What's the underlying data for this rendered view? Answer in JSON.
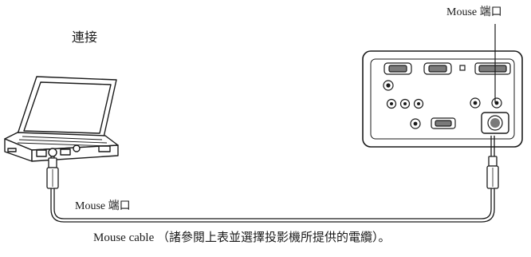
{
  "labels": {
    "projector_port": "Mouse 端口",
    "connect": "連接",
    "laptop_port": "Mouse 端口",
    "caption": "Mouse cable （諸參閱上表並選擇投影機所提供的電纜）。"
  },
  "colors": {
    "line": "#1a1a1a",
    "fill": "#ffffff",
    "port_shade": "#7a7a7a"
  }
}
